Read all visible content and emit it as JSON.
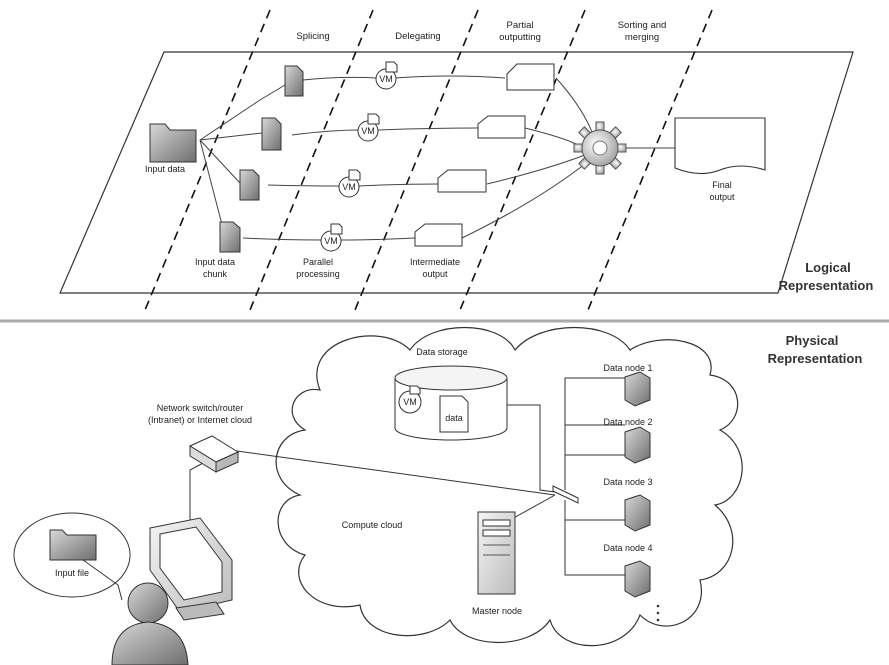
{
  "logical": {
    "title_line1": "Logical",
    "title_line2": "Representation",
    "stages": [
      "Splicing",
      "Delegating",
      "Partial",
      "outputting",
      "Sorting and",
      "merging"
    ],
    "labels": {
      "input_data": "Input data",
      "input_data_chunk_1": "Input data",
      "input_data_chunk_2": "chunk",
      "parallel_1": "Parallel",
      "parallel_2": "processing",
      "intermediate_1": "Intermediate",
      "intermediate_2": "output",
      "final_1": "Final",
      "final_2": "output"
    },
    "vm_label": "VM"
  },
  "physical": {
    "title_line1": "Physical",
    "title_line2": "Representation",
    "data_storage": "Data storage",
    "storage_vm": "VM",
    "storage_data": "data",
    "network_1": "Network switch/router",
    "network_2": "(Intranet) or Internet cloud",
    "compute_cloud": "Compute cloud",
    "master_node": "Master node",
    "input_file": "Input file",
    "data_nodes": [
      "Data node 1",
      "Data node 2",
      "Data node 3",
      "Data node 4"
    ]
  }
}
